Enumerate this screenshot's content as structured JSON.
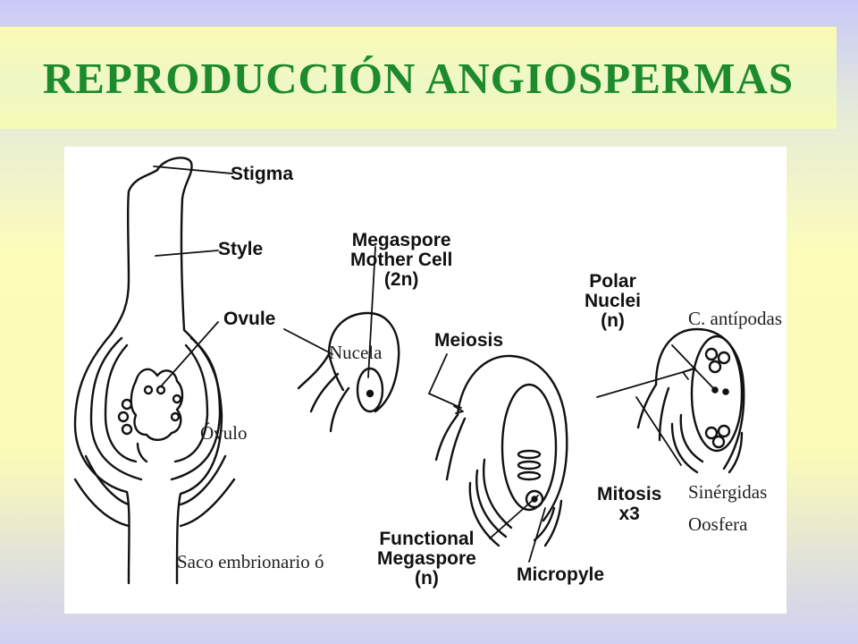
{
  "slide": {
    "title": "REPRODUCCIÓN ANGIOSPERMAS",
    "colors": {
      "title": "#1d8a2d",
      "background_top": "#c9c9f7",
      "background_mid": "#fdfdb9",
      "diagram_bg": "#ffffff"
    }
  },
  "diagram": {
    "labels_en": {
      "stigma": "Stigma",
      "style": "Style",
      "ovule": "Ovule",
      "megaspore_mother_cell": [
        "Megaspore",
        "Mother Cell",
        "(2n)"
      ],
      "meiosis": "Meiosis",
      "polar_nuclei": [
        "Polar",
        "Nuclei",
        "(n)"
      ],
      "mitosis": [
        "Mitosis",
        "x3"
      ],
      "functional_megaspore": [
        "Functional",
        "Megaspore",
        "(n)"
      ],
      "micropyle": "Micropyle"
    },
    "labels_es": {
      "nucela": "Nucela",
      "ovulo": "Óvulo",
      "c_antipodas": "C. antípodas",
      "sinergidas": "Sinérgidas",
      "oosfera": "Oosfera",
      "saco_embrionario": "Saco embrionario ó"
    }
  }
}
